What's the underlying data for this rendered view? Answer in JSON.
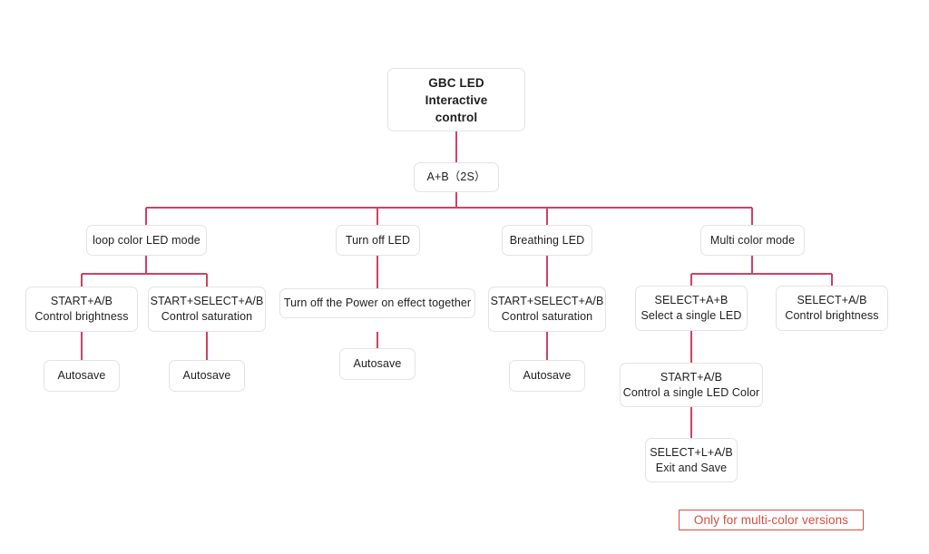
{
  "diagram": {
    "title": "GBC LED Interactive control",
    "line_color": "#cf4164",
    "node_border_color": "#e3e3e3",
    "node_background": "#ffffff",
    "legend_color": "#d94b42",
    "background": "#ffffff"
  },
  "nodes": {
    "root": {
      "line1": "GBC LED",
      "line2": "Interactive",
      "line3": "control"
    },
    "trigger": {
      "label": "A+B（2S）"
    },
    "mode_loop": {
      "label": "loop color LED mode"
    },
    "mode_turn_off": {
      "label": "Turn off LED"
    },
    "mode_breathing": {
      "label": "Breathing LED"
    },
    "mode_multi_color": {
      "label": "Multi color mode"
    },
    "loop_brightness": {
      "line1": "START+A/B",
      "line2": "Control brightness"
    },
    "loop_saturation": {
      "line1": "START+SELECT+A/B",
      "line2": "Control saturation"
    },
    "turn_off_power": {
      "label": "Turn off the Power on effect together"
    },
    "breathing_saturation": {
      "line1": "START+SELECT+A/B",
      "line2": "Control saturation"
    },
    "multi_select_led": {
      "line1": "SELECT+A+B",
      "line2": "Select a single LED"
    },
    "multi_brightness": {
      "line1": "SELECT+A/B",
      "line2": "Control brightness"
    },
    "multi_single_color": {
      "line1": "START+A/B",
      "line2": "Control a single LED Color"
    },
    "multi_exit_save": {
      "line1": "SELECT+L+A/B",
      "line2": "Exit and Save"
    },
    "autosave_loop_brightness": {
      "label": "Autosave"
    },
    "autosave_loop_saturation": {
      "label": "Autosave"
    },
    "autosave_turn_off": {
      "label": "Autosave"
    },
    "autosave_breathing": {
      "label": "Autosave"
    }
  },
  "legend": {
    "label": "Only for multi-color versions"
  }
}
